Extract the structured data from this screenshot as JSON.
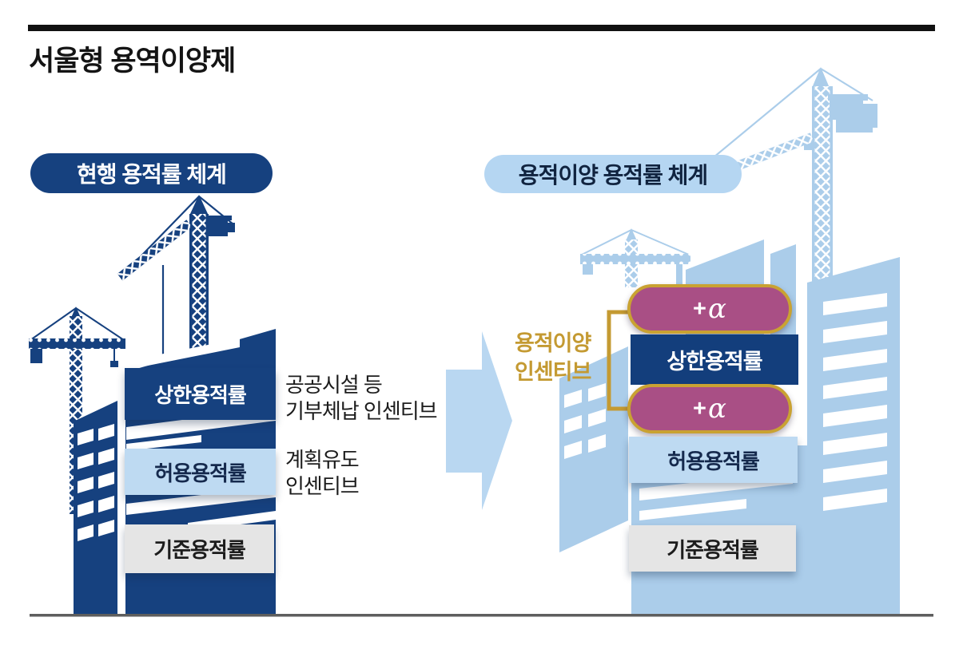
{
  "title": "서울형 용역이양제",
  "colors": {
    "navy": "#16417f",
    "building_light_blue": "#abcdea",
    "band_light_blue": "#bedaf2",
    "band_gray": "#e5e5e5",
    "magenta": "#a94f85",
    "gold": "#c49a32",
    "arrow_blue": "#b9d7f1",
    "text_dark": "#1c1c1c",
    "ground": "#5e5e5e"
  },
  "current_system": {
    "header": "현행 용적률 체계",
    "bands": [
      {
        "label": "상한용적률"
      },
      {
        "label": "허용용적률"
      },
      {
        "label": "기준용적률"
      }
    ],
    "annotations": [
      {
        "line1": "공공시설 등",
        "line2": "기부체납 인센티브"
      },
      {
        "line1": "계획유도",
        "line2": "인센티브"
      }
    ]
  },
  "transfer_system": {
    "header": "용적이양 용적률 체계",
    "incentive": {
      "line1": "용적이양",
      "line2": "인센티브"
    },
    "bonus_pills": [
      {
        "plus": "+",
        "alpha": "α"
      },
      {
        "plus": "+",
        "alpha": "α"
      }
    ],
    "bands": [
      {
        "label": "상한용적률"
      },
      {
        "label": "허용용적률"
      },
      {
        "label": "기준용적률"
      }
    ]
  }
}
